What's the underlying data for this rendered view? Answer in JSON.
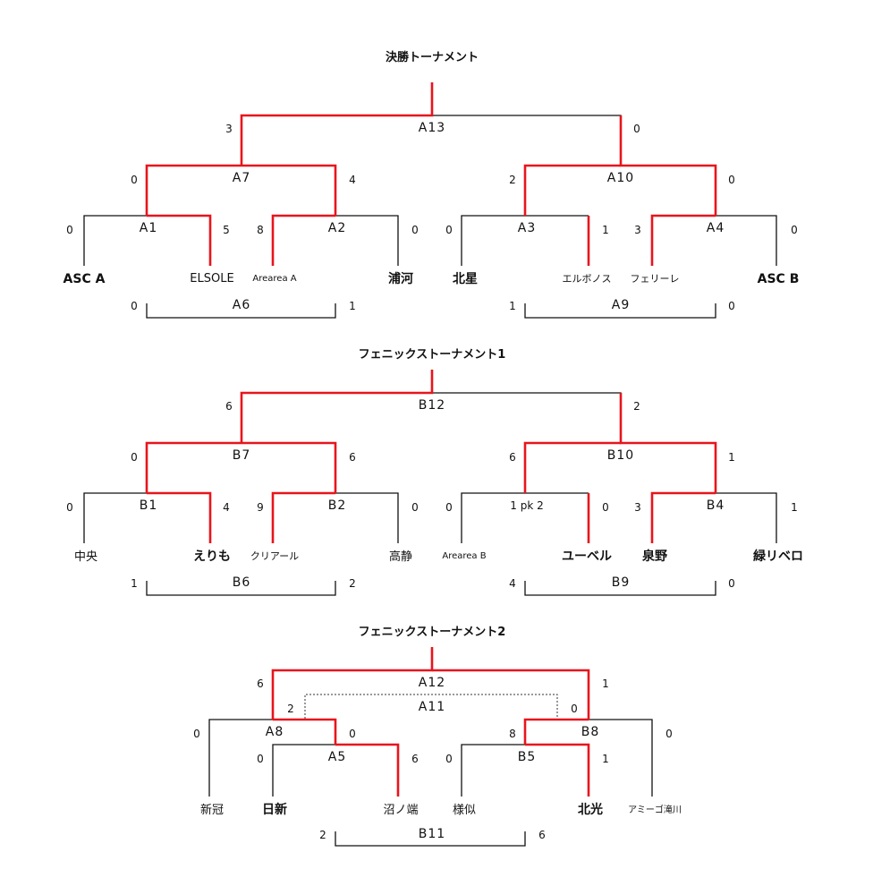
{
  "colors": {
    "winner_line": "#e8141c",
    "line": "#111111",
    "dotted": "#333333"
  },
  "titles": {
    "final": "決勝トーナメント",
    "phoenix1": "フェニックストーナメント1",
    "phoenix2": "フェニックストーナメント2"
  },
  "final": {
    "matches": {
      "A13": "A13",
      "A7": "A7",
      "A10": "A10",
      "A1": "A1",
      "A2": "A2",
      "A3": "A3",
      "A4": "A4",
      "A6": "A6",
      "A9": "A9"
    },
    "scores": {
      "a13_l": "3",
      "a13_r": "0",
      "a7_l": "0",
      "a7_r": "4",
      "a10_l": "2",
      "a10_r": "0",
      "a1_l": "0",
      "a1_r": "5",
      "a2_l": "8",
      "a2_r": "0",
      "a3_l": "0",
      "a3_r": "1",
      "a4_l": "3",
      "a4_r": "0",
      "a6_l": "0",
      "a6_r": "1",
      "a9_l": "1",
      "a9_r": "0"
    },
    "teams": [
      "ASC A",
      "ELSOLE",
      "Arearea A",
      "浦河",
      "北星",
      "エルボノス",
      "フェリーレ",
      "ASC B"
    ]
  },
  "phoenix1": {
    "matches": {
      "B12": "B12",
      "B7": "B7",
      "B10": "B10",
      "B1": "B1",
      "B2": "B2",
      "B4": "B4",
      "B6": "B6",
      "B9": "B9"
    },
    "pk": "1 pk 2",
    "scores": {
      "b12_l": "6",
      "b12_r": "2",
      "b7_l": "0",
      "b7_r": "6",
      "b10_l": "6",
      "b10_r": "1",
      "b1_l": "0",
      "b1_r": "4",
      "b2_l": "9",
      "b2_r": "0",
      "b3_l": "0",
      "b3_r": "0",
      "b4_l": "3",
      "b4_r": "1",
      "b6_l": "1",
      "b6_r": "2",
      "b9_l": "4",
      "b9_r": "0"
    },
    "teams": [
      "中央",
      "えりも",
      "クリアール",
      "高静",
      "Arearea B",
      "ユーベル",
      "泉野",
      "緑リベロ"
    ]
  },
  "phoenix2": {
    "matches": {
      "A12": "A12",
      "A11": "A11",
      "A8": "A8",
      "B8": "B8",
      "A5": "A5",
      "B5": "B5",
      "B11": "B11"
    },
    "scores": {
      "a12_l": "6",
      "a12_r": "1",
      "a11_l": "2",
      "a11_r": "0",
      "a8_l": "0",
      "b8_l": "8",
      "b8_r": "0",
      "a5_l": "0",
      "a5_r": "6",
      "b5_l": "0",
      "b5_r": "1",
      "b11_l": "2",
      "b11_r": "6"
    },
    "teams": [
      "新冠",
      "日新",
      "沼ノ端",
      "様似",
      "北光",
      "アミーゴ滝川"
    ]
  }
}
